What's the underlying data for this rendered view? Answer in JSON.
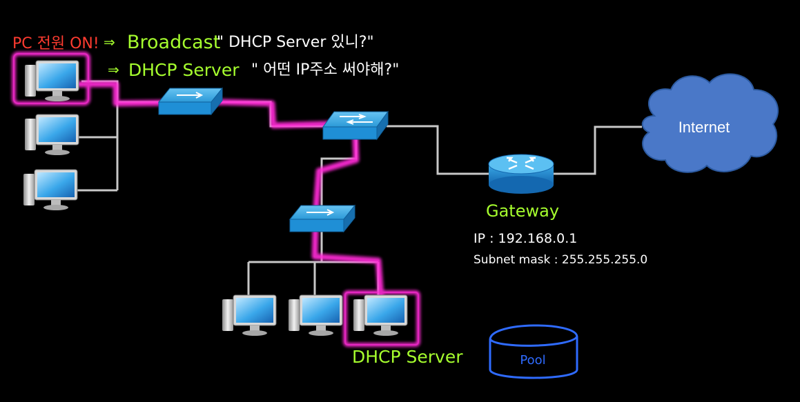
{
  "colors": {
    "background": "#000000",
    "cable": "#c8c8c8",
    "highlight": "#ff2bd6",
    "annotation_red": "#ff3b30",
    "annotation_green": "#a6ff2e",
    "annotation_white": "#ffffff",
    "pool_stroke": "#2f6bff",
    "cloud_fill": "#4a78c8",
    "device_blue": "#1f8fd6"
  },
  "annotations": {
    "pc_power_on": "PC 전원 ON!",
    "arrow_1": "⇒",
    "broadcast": "Broadcast",
    "broadcast_quote": "\" DHCP Server 있니?\"",
    "arrow_2": "⇒",
    "dhcp_server_line": "DHCP Server",
    "ip_question_quote": "\" 어떤 IP주소 써야해?\""
  },
  "internet": {
    "label": "Internet"
  },
  "gateway": {
    "label": "Gateway",
    "ip_line": "IP : 192.168.0.1",
    "subnet_line": "Subnet mask : 255.255.255.0"
  },
  "dhcp_server": {
    "label": "DHCP Server"
  },
  "pool": {
    "label": "Pool"
  }
}
